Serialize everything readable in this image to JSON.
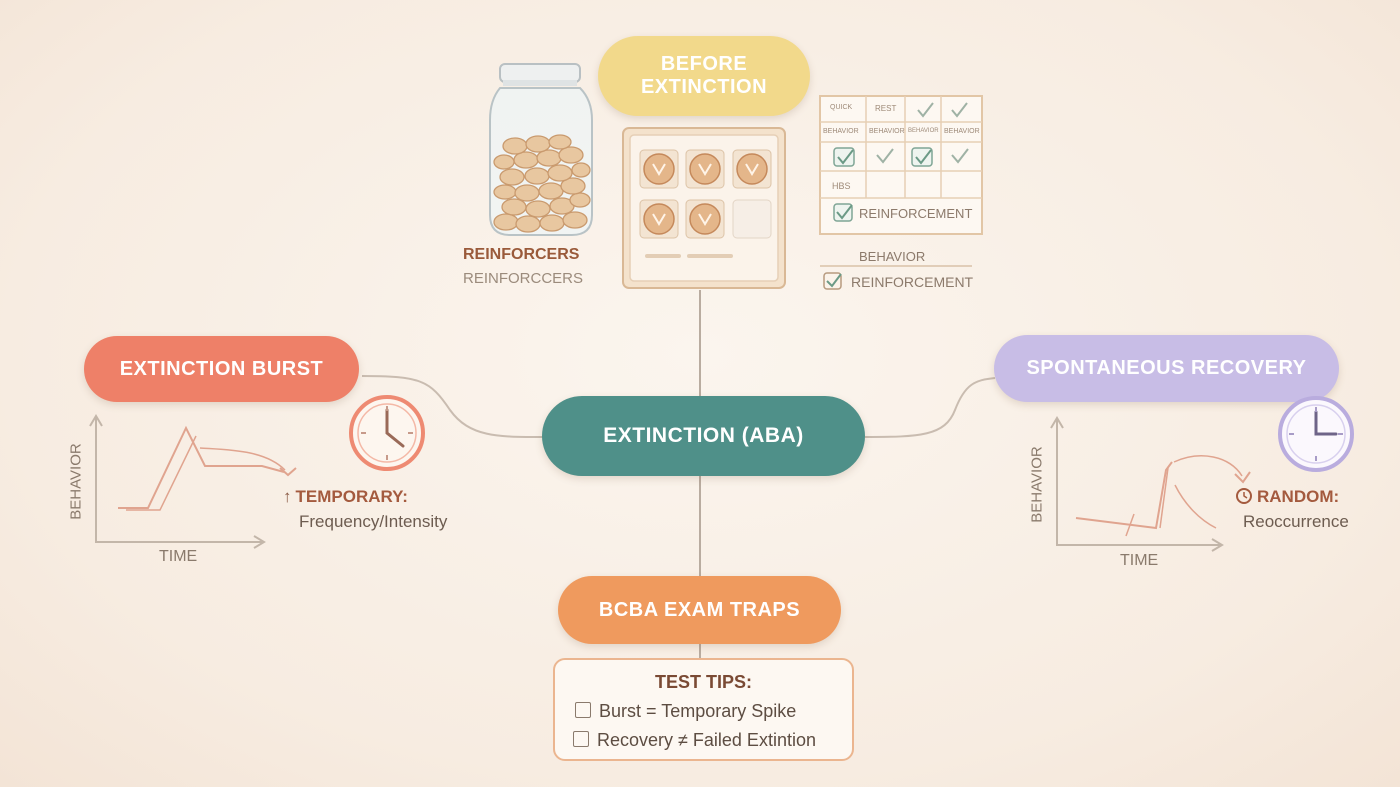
{
  "center": {
    "label": "EXTINCTION (ABA)"
  },
  "before": {
    "title_line1": "BEFORE",
    "title_line2": "EXTINCTION",
    "jar_label_primary": "REINFORCERS",
    "jar_label_secondary": "REINFORCCERS",
    "tracker": {
      "headers": [
        "BEHAVIOR",
        "BEHAVIOR",
        "BEHAVIOR",
        "BEHAVIOR"
      ],
      "top_marks": [
        "QUICK",
        "REST"
      ],
      "row_label": "HBS",
      "footer": "REINFORCEMENT"
    },
    "caption_behavior": "BEHAVIOR",
    "caption_reinforcement": "REINFORCEMENT"
  },
  "burst": {
    "title": "EXTINCTION BURST",
    "y_axis": "BEHAVIOR",
    "x_axis": "TIME",
    "note_title": "TEMPORARY:",
    "note_body": "Frequency/Intensity",
    "note_arrow": "↑"
  },
  "recovery": {
    "title": "SPONTANEOUS RECOVERY",
    "y_axis": "BEHAVIOR",
    "x_axis": "TIME",
    "note_title": "RANDOM:",
    "note_body": "Reoccurrence"
  },
  "traps": {
    "title": "BCBA EXAM TRAPS",
    "tips_title": "TEST TIPS:",
    "tips": [
      "Burst = Temporary Spike",
      "Recovery ≠ Failed Extintion"
    ]
  },
  "colors": {
    "center": "#4f9089",
    "burst": "#ee8068",
    "recovery": "#c8bde6",
    "before": "#f2d98b",
    "traps": "#ef9a5e",
    "connector": "#b9aca0"
  }
}
